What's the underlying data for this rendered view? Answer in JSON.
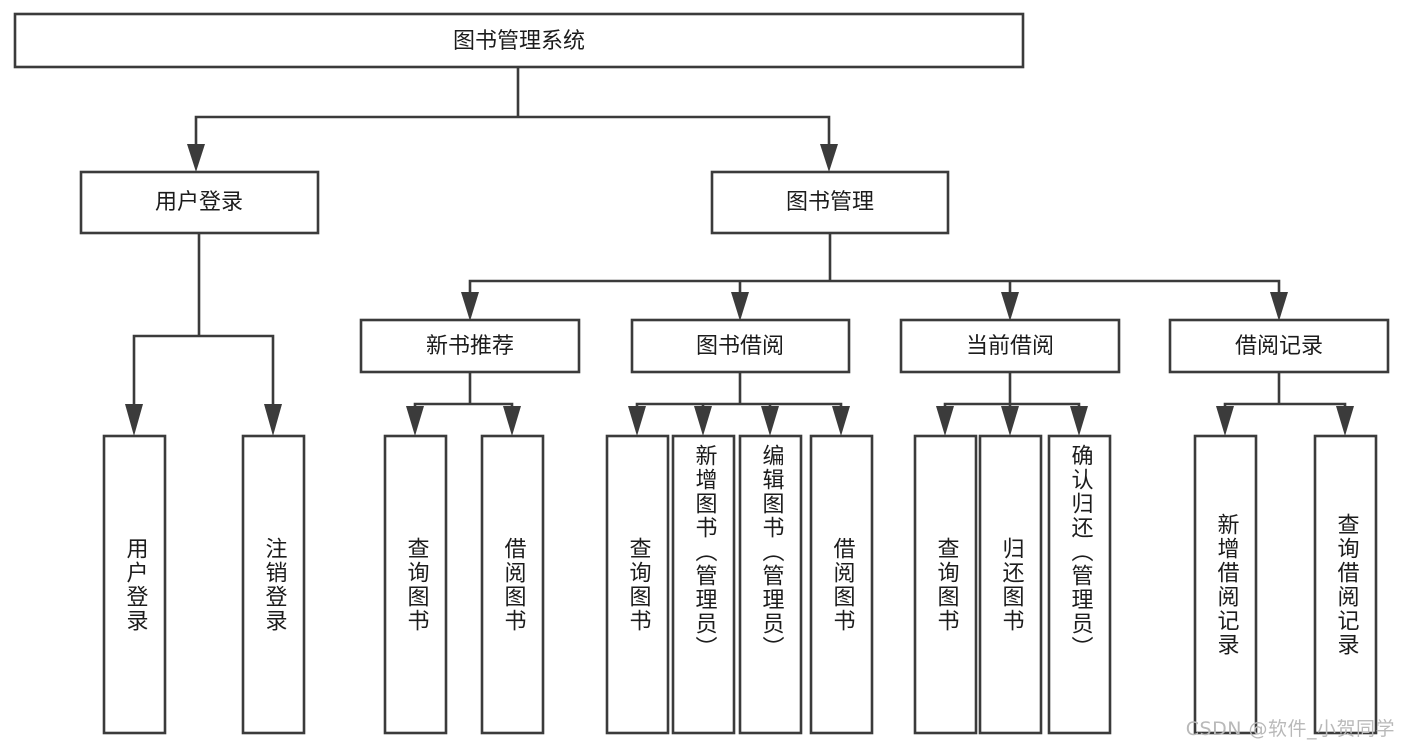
{
  "diagram": {
    "type": "tree-hierarchy-chart",
    "title": "图书管理系统",
    "orientation": "top-down",
    "colors": {
      "box_stroke": "#3b3b3b",
      "box_fill": "#ffffff",
      "connector": "#3b3b3b",
      "text": "#1c1c1c",
      "background": "#ffffff",
      "watermark": "#b9b9b9"
    },
    "root": {
      "id": "root",
      "label": "图书管理系统",
      "text_orientation": "horizontal"
    },
    "level1": [
      {
        "id": "user-login",
        "label": "用户登录",
        "text_orientation": "horizontal"
      },
      {
        "id": "book-management",
        "label": "图书管理",
        "text_orientation": "horizontal"
      }
    ],
    "level2": [
      {
        "id": "new-book-recommend",
        "label": "新书推荐",
        "parent": "book-management",
        "text_orientation": "horizontal"
      },
      {
        "id": "book-borrow",
        "label": "图书借阅",
        "parent": "book-management",
        "text_orientation": "horizontal"
      },
      {
        "id": "current-borrow",
        "label": "当前借阅",
        "parent": "book-management",
        "text_orientation": "horizontal"
      },
      {
        "id": "borrow-record",
        "label": "借阅记录",
        "parent": "book-management",
        "text_orientation": "horizontal"
      }
    ],
    "leaves": [
      {
        "id": "leaf-user-login",
        "label": "用户登录",
        "parent": "user-login",
        "text_orientation": "vertical"
      },
      {
        "id": "leaf-logout",
        "label": "注销登录",
        "parent": "user-login",
        "text_orientation": "vertical"
      },
      {
        "id": "leaf-query-book-1",
        "label": "查询图书",
        "parent": "new-book-recommend",
        "text_orientation": "vertical"
      },
      {
        "id": "leaf-borrow-book-1",
        "label": "借阅图书",
        "parent": "new-book-recommend",
        "text_orientation": "vertical"
      },
      {
        "id": "leaf-query-book-2",
        "label": "查询图书",
        "parent": "book-borrow",
        "text_orientation": "vertical"
      },
      {
        "id": "leaf-add-book",
        "label": "新增图书（管理员）",
        "parent": "book-borrow",
        "text_orientation": "vertical"
      },
      {
        "id": "leaf-edit-book",
        "label": "编辑图书（管理员）",
        "parent": "book-borrow",
        "text_orientation": "vertical"
      },
      {
        "id": "leaf-borrow-book-2",
        "label": "借阅图书",
        "parent": "book-borrow",
        "text_orientation": "vertical"
      },
      {
        "id": "leaf-query-book-3",
        "label": "查询图书",
        "parent": "current-borrow",
        "text_orientation": "vertical"
      },
      {
        "id": "leaf-return-book",
        "label": "归还图书",
        "parent": "current-borrow",
        "text_orientation": "vertical"
      },
      {
        "id": "leaf-confirm-return",
        "label": "确认归还（管理员）",
        "parent": "current-borrow",
        "text_orientation": "vertical"
      },
      {
        "id": "leaf-add-record",
        "label": "新增借阅记录",
        "parent": "borrow-record",
        "text_orientation": "vertical"
      },
      {
        "id": "leaf-query-record",
        "label": "查询借阅记录",
        "parent": "borrow-record",
        "text_orientation": "vertical"
      }
    ]
  },
  "watermark": {
    "text": "CSDN @软件_小贺同学"
  }
}
